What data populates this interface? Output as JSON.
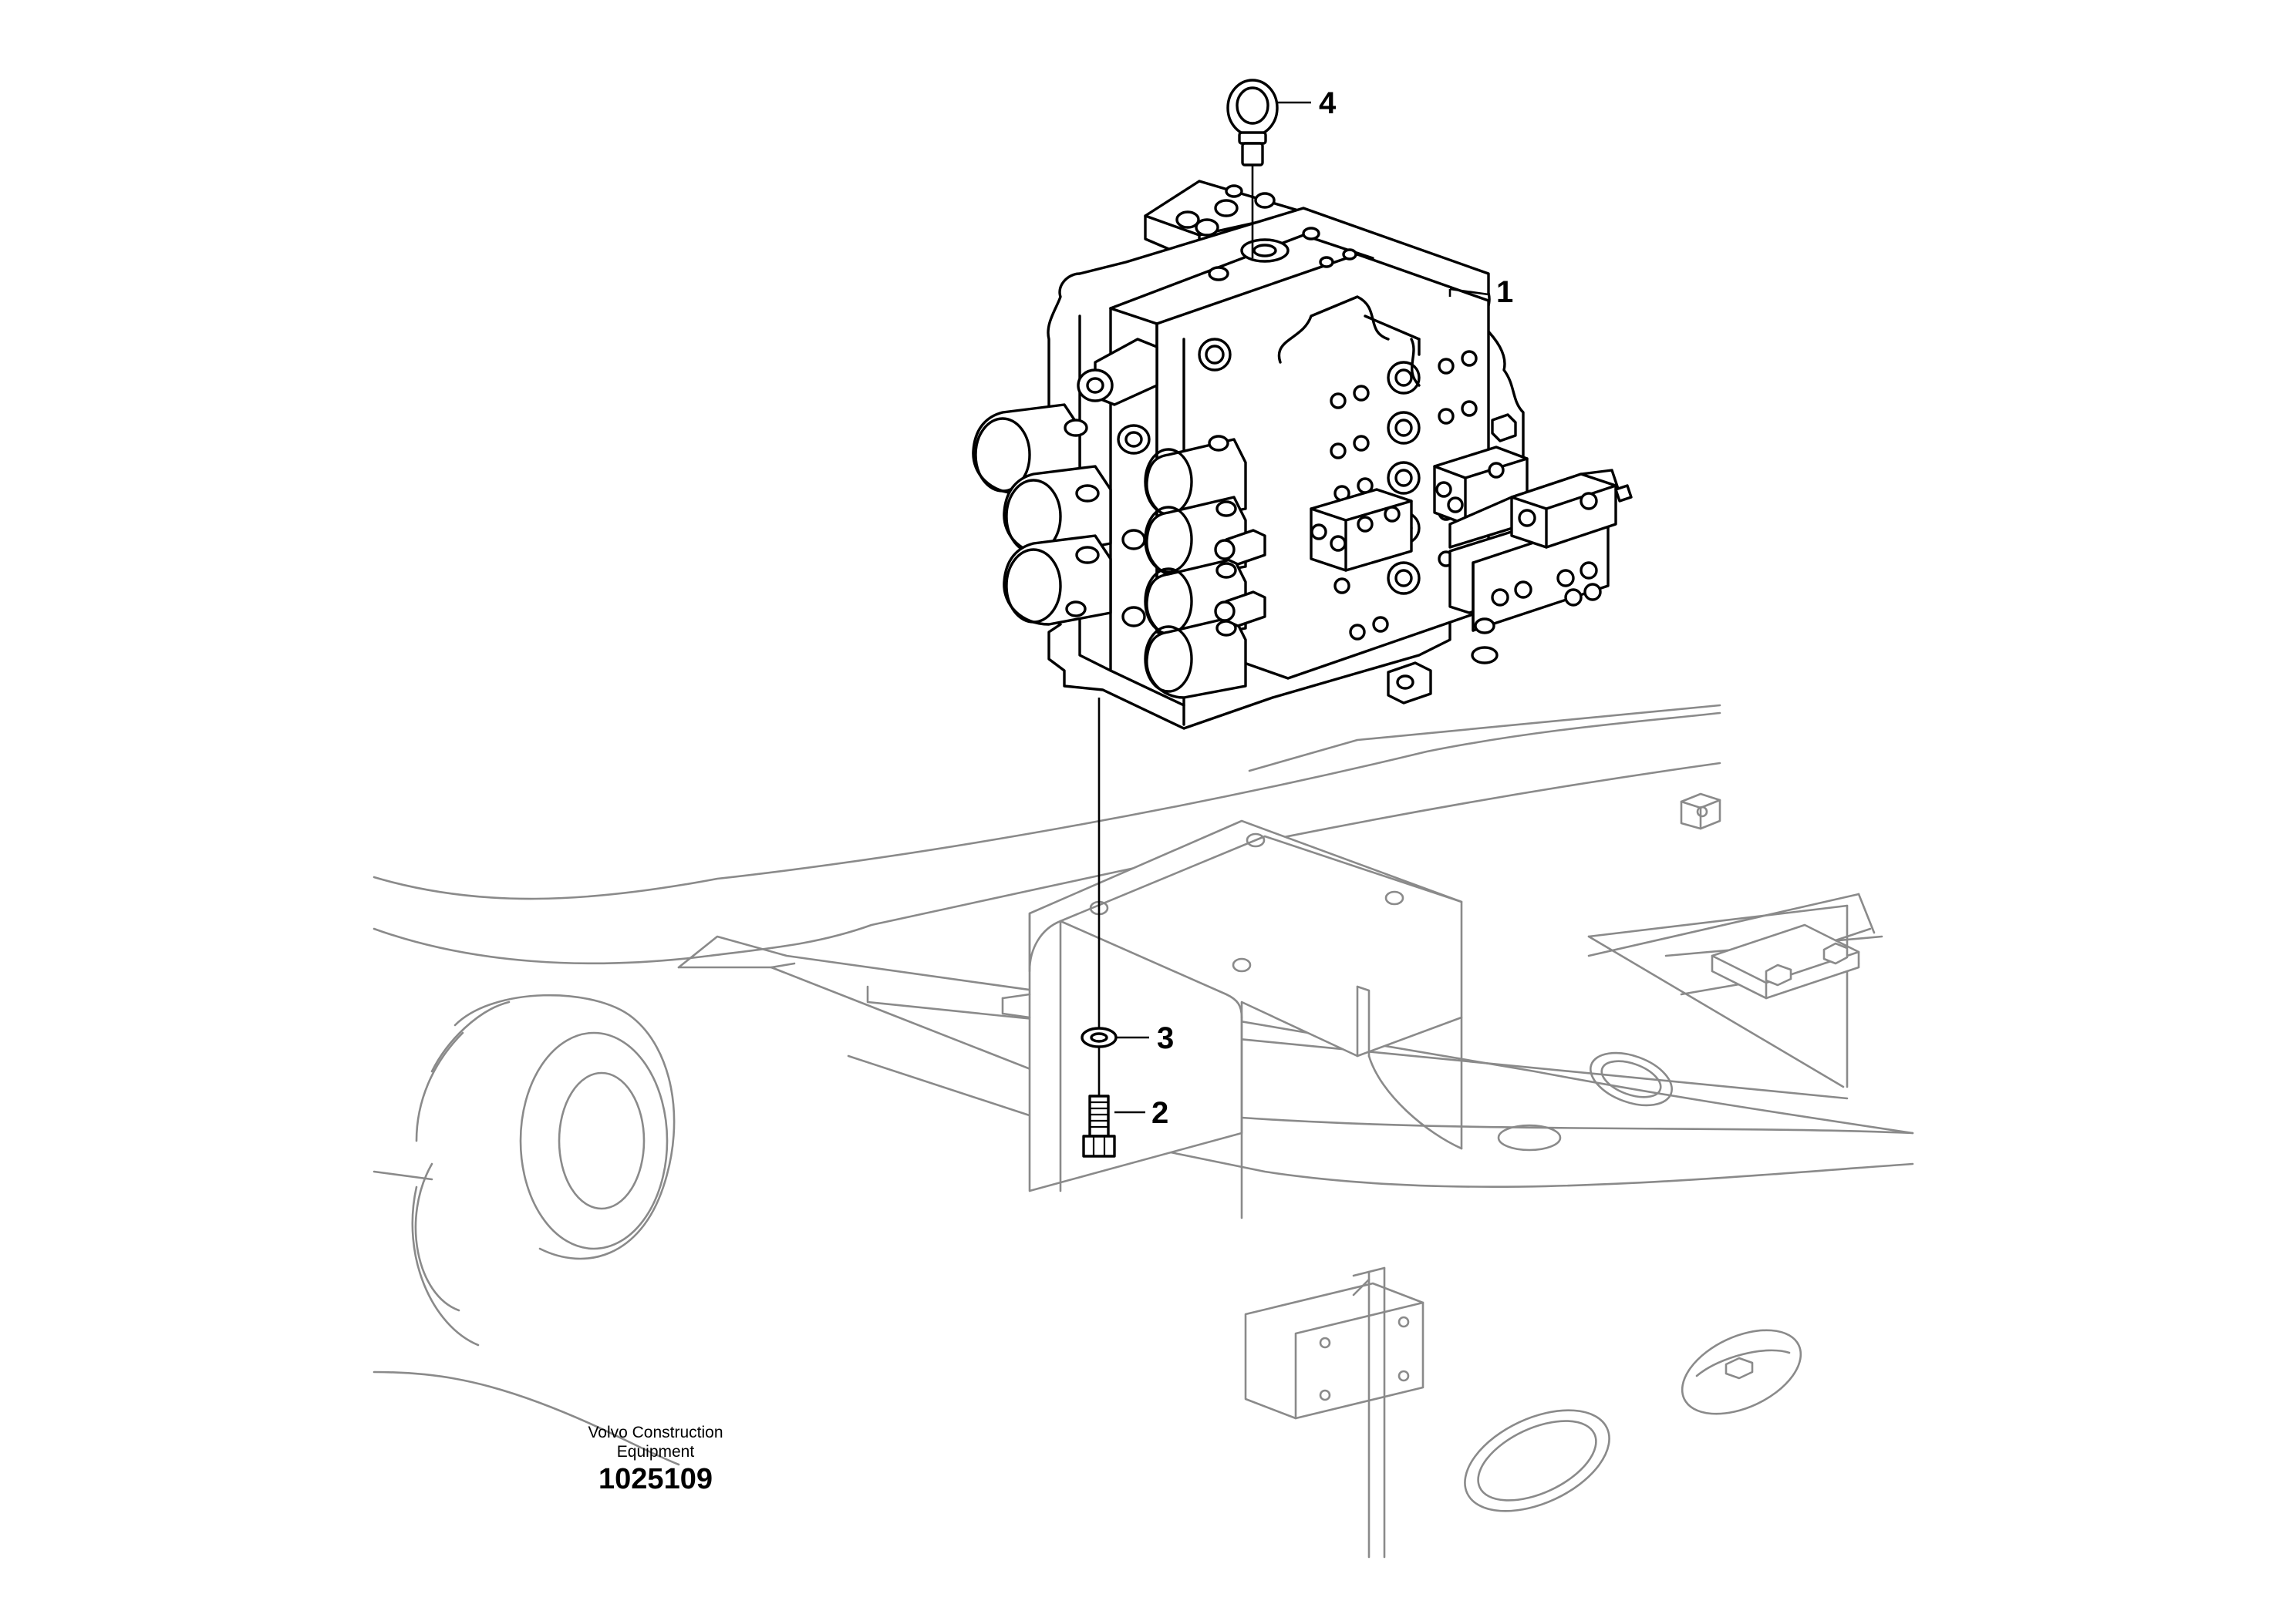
{
  "callouts": [
    {
      "id": "1"
    },
    {
      "id": "2"
    },
    {
      "id": "3"
    },
    {
      "id": "4"
    }
  ],
  "credit": {
    "line1": "Volvo Construction",
    "line2": "Equipment"
  },
  "drawing_number": "1025109",
  "colors": {
    "part_outline": "#000000",
    "frame_outline": "#8a8a8a",
    "background": "#ffffff"
  }
}
